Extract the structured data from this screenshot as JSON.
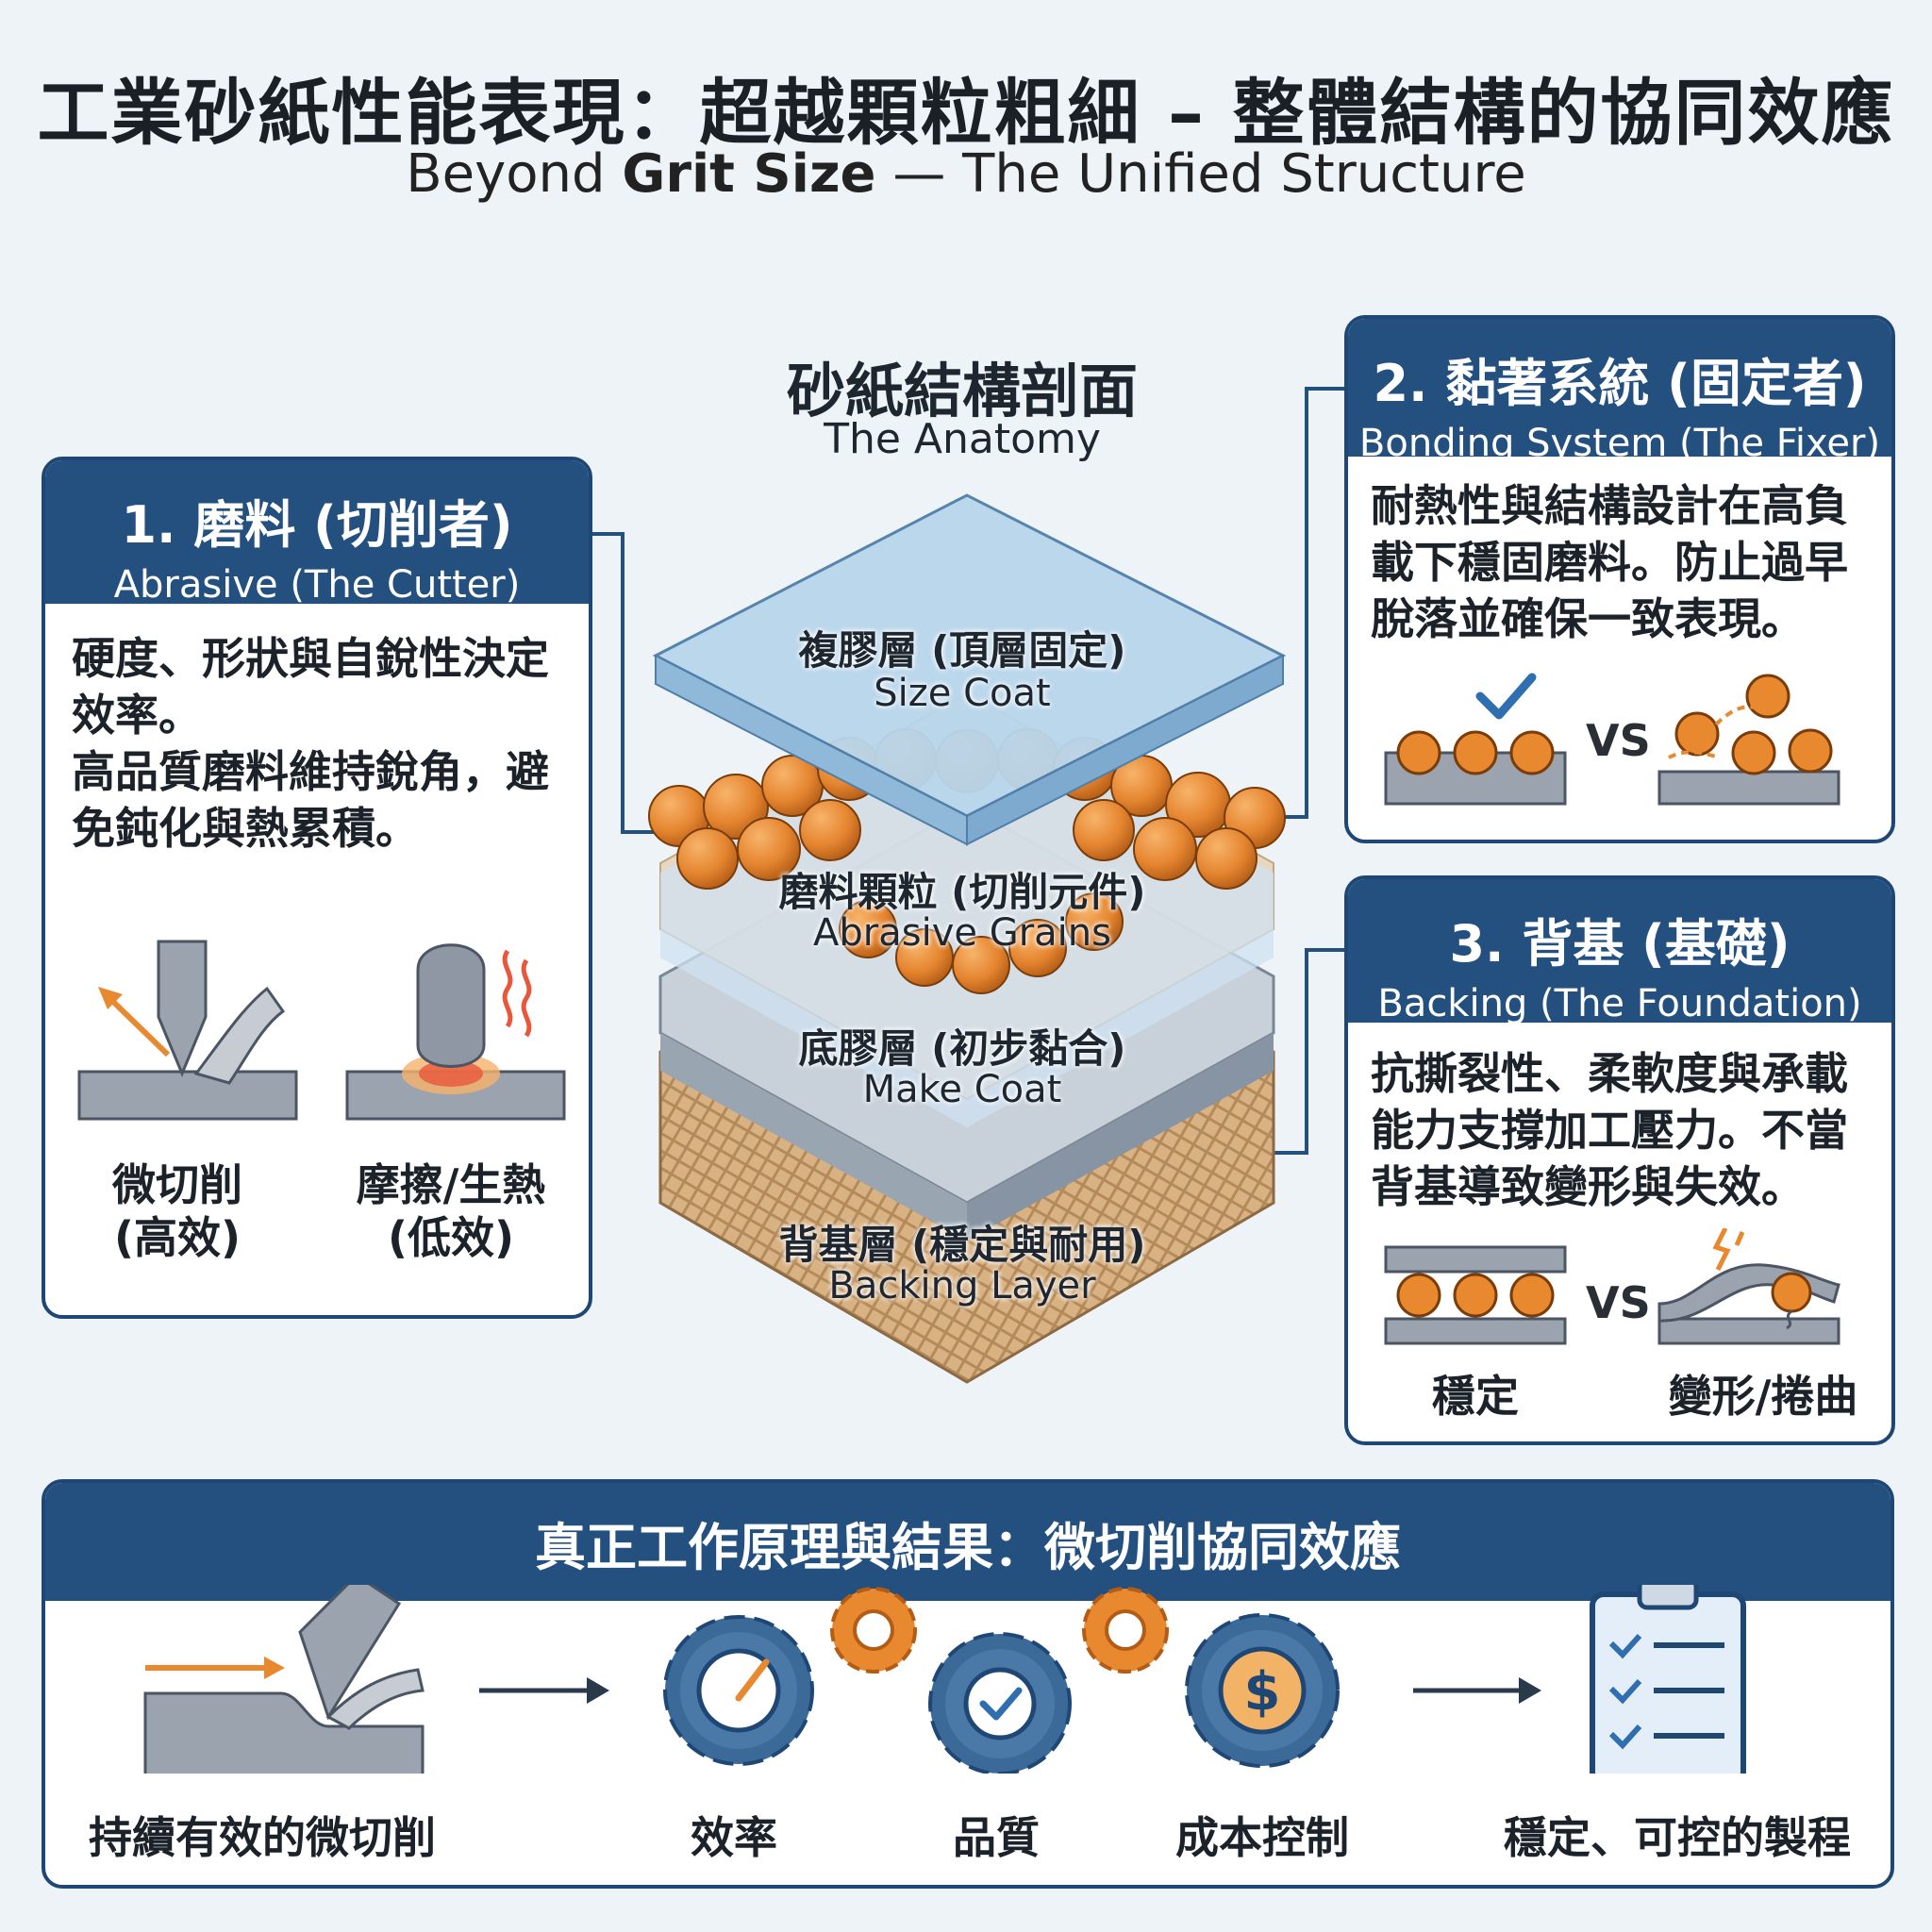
{
  "header": {
    "title_zh": "工業砂紙性能表現：超越顆粒粗細 – 整體結構的協同效應",
    "title_en_prefix": "Beyond ",
    "title_en_bold": "Grit Size",
    "title_en_suffix": " — The Unified Structure"
  },
  "anatomy": {
    "title_zh": "砂紙結構剖面",
    "title_en": "The Anatomy",
    "layers": [
      {
        "zh": "複膠層 (頂層固定)",
        "en": "Size Coat"
      },
      {
        "zh": "磨料顆粒 (切削元件)",
        "en": "Abrasive Grains"
      },
      {
        "zh": "底膠層 (初步黏合)",
        "en": "Make Coat"
      },
      {
        "zh": "背基層 (穩定與耐用)",
        "en": "Backing Layer"
      }
    ]
  },
  "panel1": {
    "title_zh": "1. 磨料 (切削者)",
    "title_en": "Abrasive (The Cutter)",
    "body": [
      "硬度、形狀與自銳性決定",
      "效率。",
      "高品質磨料維持銳角，避",
      "免鈍化與熱累積。"
    ],
    "captions": [
      {
        "line1": "微切削",
        "line2": "(高效)"
      },
      {
        "line1": "摩擦/生熱",
        "line2": "(低效)"
      }
    ]
  },
  "panel2": {
    "title_zh": "2. 黏著系統 (固定者)",
    "title_en": "Bonding System (The Fixer)",
    "body": [
      "耐熱性與結構設計在高負",
      "載下穩固磨料。防止過早",
      "脫落並確保一致表現。"
    ],
    "vs": "VS"
  },
  "panel3": {
    "title_zh": "3. 背基 (基礎)",
    "title_en": "Backing (The Foundation)",
    "body": [
      "抗撕裂性、柔軟度與承載",
      "能力支撐加工壓力。不當",
      "背基導致變形與失效。"
    ],
    "vs": "VS",
    "captions": [
      "穩定",
      "變形/捲曲"
    ]
  },
  "bottom": {
    "title": "真正工作原理與結果：微切削協同效應",
    "labels": [
      "持續有效的微切削",
      "效率",
      "品質",
      "成本控制",
      "穩定、可控的製程"
    ]
  },
  "colors": {
    "navy": "#24507f",
    "orange": "#e8882f",
    "steel": "#8e97a3",
    "tan": "#d9b283",
    "glass": "#b9d6ec"
  },
  "icons": [
    "check-icon",
    "heat-wave-icon",
    "arrow-right-icon",
    "speedometer-gear-icon",
    "checkmark-gear-icon",
    "dollar-gear-icon",
    "clipboard-checklist-icon"
  ]
}
